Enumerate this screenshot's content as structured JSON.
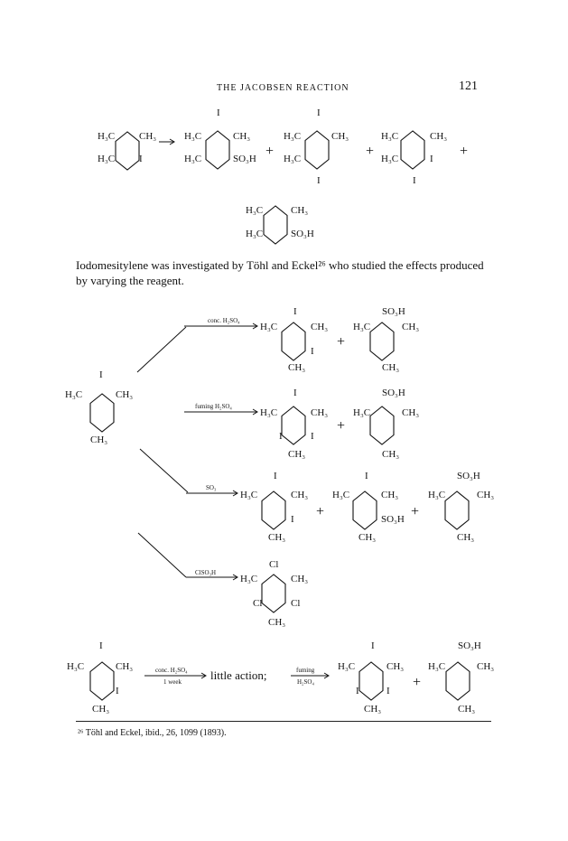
{
  "page": {
    "running_head": "THE JACOBSEN REACTION",
    "page_number": "121",
    "paragraph": "Iodomesitylene was investigated by Töhl and Eckel²⁶ who studied the effects produced by varying the reagent.",
    "footnote": "²⁶ Töhl and Eckel, ibid., 26, 1099 (1893)."
  },
  "scheme": {
    "plus": "+",
    "reagents": {
      "conc_h2so4": "conc. H₂SO₄",
      "fuming_h2so4": "fuming H₂SO₄",
      "so3": "SO₃",
      "clso3h": "ClSO₃H",
      "conc_h2so4_bottom": "conc. H₂SO₄",
      "one_week": "1 week",
      "fuming": "fuming",
      "h2so4": "H₂SO₄"
    },
    "little_action": "little action;",
    "labels": {
      "I": "I",
      "Cl": "Cl",
      "CH3": "CH₃",
      "H3C": "H₃C",
      "SO3H": "SO₃H"
    }
  }
}
